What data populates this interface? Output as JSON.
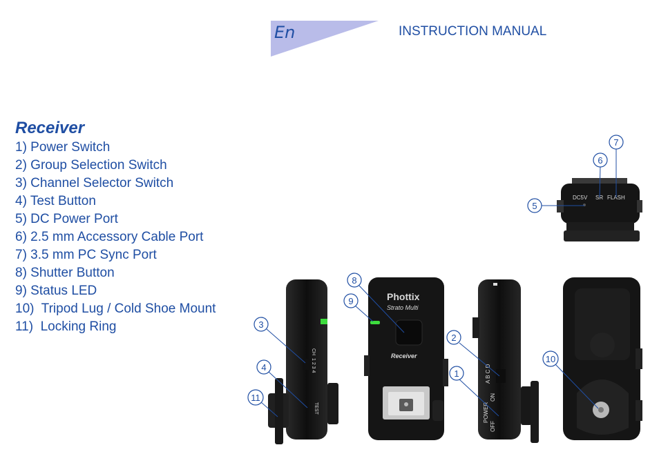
{
  "header": {
    "language": "En",
    "title": "INSTRUCTION MANUAL"
  },
  "section": {
    "title": "Receiver",
    "parts": [
      "1) Power Switch",
      "2) Group Selection Switch",
      "3) Channel Selector Switch",
      "4) Test Button",
      "5) DC Power Port",
      "6) 2.5 mm Accessory Cable Port",
      "7) 3.5 mm PC Sync Port",
      "8) Shutter Button",
      "9) Status LED",
      "10)  Tripod Lug / Cold Shoe Mount",
      "11)  Locking Ring"
    ]
  },
  "device": {
    "brand": "Phottix",
    "model": "Strato Multi",
    "type": "Receiver",
    "port_labels": {
      "dc": "DC5V",
      "sr": "SR",
      "flash": "FLASH"
    },
    "switch_labels": {
      "ch": "CH",
      "channels": "1  2  3  4",
      "test": "TEST",
      "groups": "A  B  C  D",
      "on": "ON",
      "power": "POWER",
      "off": "OFF"
    }
  },
  "callouts": [
    "1",
    "2",
    "3",
    "4",
    "5",
    "6",
    "7",
    "8",
    "9",
    "10",
    "11"
  ],
  "colors": {
    "brand_blue": "#1f4ea3",
    "banner_lavender": "#b9bce9",
    "device_body": "#141414",
    "status_led": "#3ddc3d"
  }
}
